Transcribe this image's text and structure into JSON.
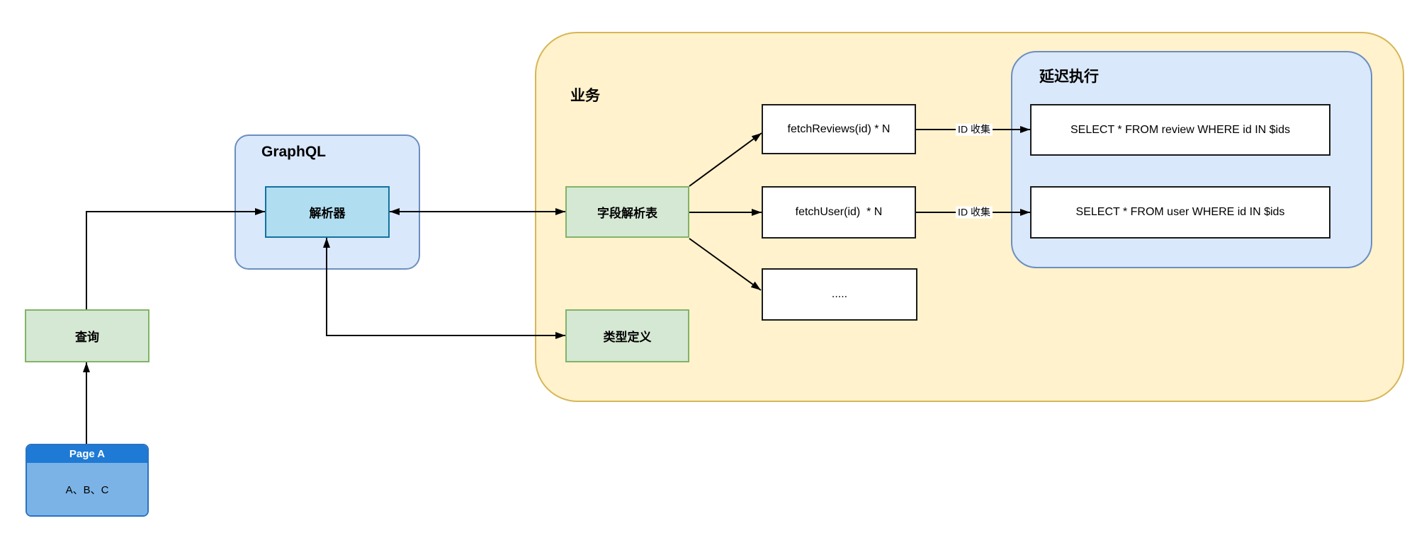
{
  "nodes": {
    "page_a": {
      "title": "Page A",
      "body": "A、B、C"
    },
    "query": {
      "label": "查询"
    },
    "graphql_container": {
      "label": "GraphQL"
    },
    "resolver": {
      "label": "解析器"
    },
    "business_container": {
      "label": "业务"
    },
    "field_resolve_table": {
      "label": "字段解析表"
    },
    "type_definition": {
      "label": "类型定义"
    },
    "fetch_reviews": {
      "label": "fetchReviews(id) * N"
    },
    "fetch_user": {
      "label": "fetchUser(id)  * N"
    },
    "ellipsis": {
      "label": "....."
    },
    "deferred_container": {
      "label": "延迟执行"
    },
    "select_review": {
      "label": "SELECT * FROM review WHERE id IN $ids"
    },
    "select_user": {
      "label": "SELECT * FROM user WHERE id IN $ids"
    }
  },
  "edges": {
    "id_collect_reviews": {
      "label": "ID 收集"
    },
    "id_collect_user": {
      "label": "ID 收集"
    }
  },
  "colors": {
    "container_blue_fill": "#dae8fc",
    "container_blue_stroke": "#6c8ebf",
    "resolver_fill": "#b1ddf0",
    "resolver_stroke": "#10739e",
    "green_fill": "#d5e8d4",
    "green_stroke": "#82b366",
    "yellow_fill": "#fff2cc",
    "yellow_stroke": "#d6b656",
    "page_header_fill": "#1e7ad4",
    "page_body_fill": "#7cb3e6",
    "page_stroke": "#2a72c0",
    "white_box_stroke": "#1a1a1a",
    "connector": "#000000"
  }
}
